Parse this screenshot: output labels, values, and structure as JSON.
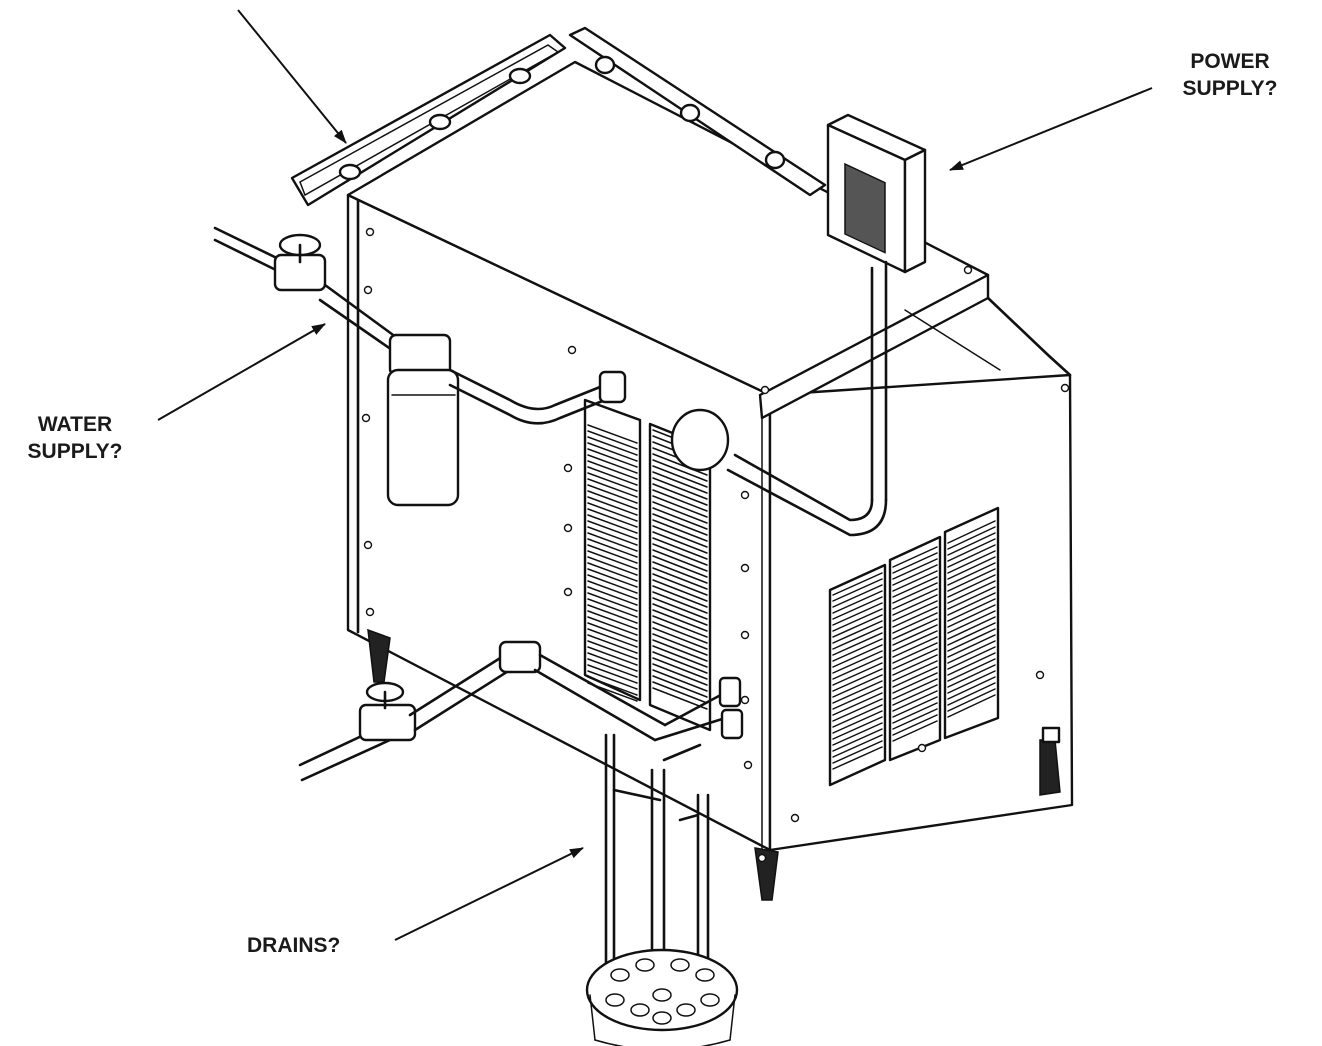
{
  "labels": {
    "power_supply_line1": "POWER",
    "power_supply_line2": "SUPPLY?",
    "water_supply_line1": "WATER",
    "water_supply_line2": "SUPPLY?",
    "drains": "DRAINS?"
  },
  "colors": {
    "line": "#111111",
    "background": "#ffffff"
  }
}
